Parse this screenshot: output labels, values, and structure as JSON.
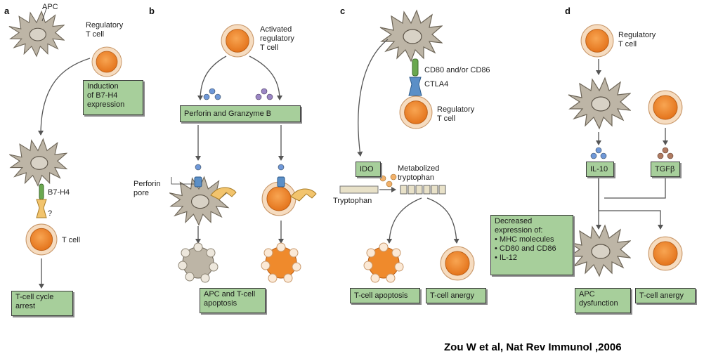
{
  "panels": {
    "a": "a",
    "b": "b",
    "c": "c",
    "d": "d"
  },
  "a": {
    "apc": "APC",
    "treg": "Regulatory\nT cell",
    "induction": "Induction\nof B7-H4\nexpression",
    "b7h4": "B7-H4",
    "question": "?",
    "tcell": "T cell",
    "arrest": "T-cell cycle\narrest"
  },
  "b": {
    "activated": "Activated\nregulatory\nT cell",
    "perforin_granzyme": "Perforin and Granzyme B",
    "perforin_pore": "Perforin\npore",
    "apoptosis": "APC and T-cell\napoptosis"
  },
  "c": {
    "cd80": "CD80 and/or CD86",
    "ctla4": "CTLA4",
    "treg": "Regulatory\nT cell",
    "ido": "IDO",
    "metabolized": "Metabolized\ntryptophan",
    "tryptophan": "Tryptophan",
    "apoptosis": "T-cell apoptosis",
    "anergy": "T-cell anergy"
  },
  "d": {
    "treg": "Regulatory\nT cell",
    "il10": "IL-10",
    "tgfb": "TGFβ",
    "decreased": "Decreased\nexpression of:\n• MHC molecules\n• CD80 and CD86\n• IL-12",
    "dysfunction": "APC\ndysfunction",
    "anergy": "T-cell anergy"
  },
  "citation": "Zou W et al, Nat Rev Immunol ,2006",
  "colors": {
    "box_fill": "#a7cf9b",
    "tcell_core": "#ef8a2c",
    "tcell_rim": "#f6dcc0",
    "apc": "#bdb5a6",
    "apc_nucleus": "#d4cfc4",
    "arrow": "#555555",
    "receptor_green": "#6aa84f",
    "receptor_yellow": "#f2c46d",
    "receptor_blue": "#5b8fc7",
    "granule_blue": "#6f98d8",
    "granule_purple": "#9a86c4",
    "granule_orange": "#f2b16b",
    "granule_brown": "#b07b62"
  }
}
